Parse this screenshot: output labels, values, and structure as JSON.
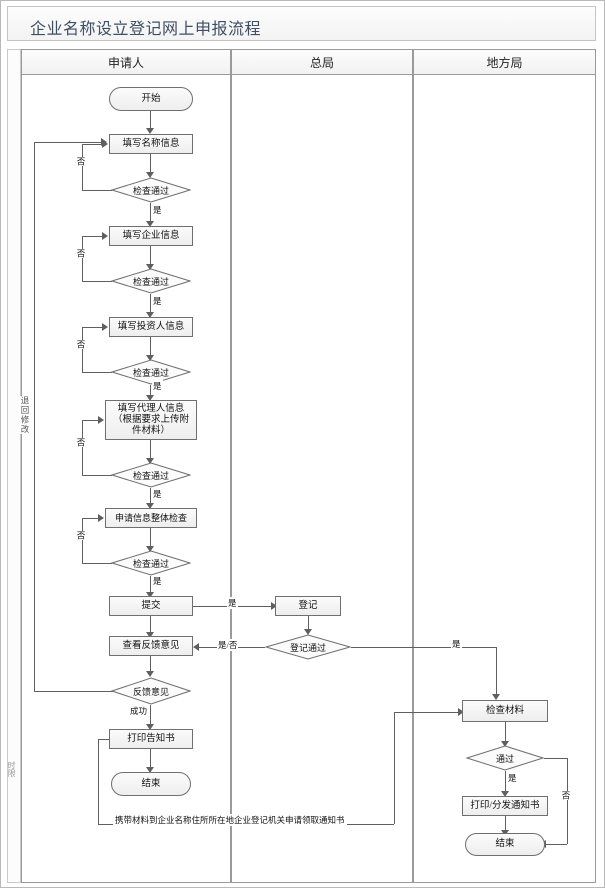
{
  "title": "企业名称设立登记网上申报流程",
  "lanes": [
    {
      "name": "applicant",
      "label": "申请人"
    },
    {
      "name": "head-office",
      "label": "总局"
    },
    {
      "name": "local-bureau",
      "label": "地方局"
    }
  ],
  "margin_label": "时限",
  "return_label": "退回修改",
  "bottom_note": "携带材料到企业名称住所所在地企业登记机关申请领取通知书",
  "nodes": {
    "start": "开始",
    "fill_name": "填写名称信息",
    "check1": "检查通过",
    "fill_company": "填写企业信息",
    "check2": "检查通过",
    "fill_investor": "填写投资人信息",
    "check3": "检查通过",
    "fill_agent_l1": "填写代理人信息",
    "fill_agent_l2": "（根据要求上传附",
    "fill_agent_l3": "件材料）",
    "check4": "检查通过",
    "overall_check": "申请信息整体检查",
    "check5": "检查通过",
    "submit": "提交",
    "view_feedback": "查看反馈意见",
    "feedback": "反馈意见",
    "print_notice": "打印告知书",
    "end_applicant": "结束",
    "register": "登记",
    "register_pass": "登记通过",
    "check_material": "检查材料",
    "pass": "通过",
    "print_distribute": "打印/分发通知书",
    "end_local": "结束"
  },
  "edge_labels": {
    "no1": "否",
    "no2": "否",
    "no3": "否",
    "no4": "否",
    "no5": "否",
    "yes1": "是",
    "yes2": "是",
    "yes3": "是",
    "yes4": "是",
    "yes5": "是",
    "submit_yes": "是",
    "register_yesno": "是/否",
    "register_pass_yes": "是",
    "feedback_success": "成功",
    "pass_yes": "是",
    "pass_no": "否"
  },
  "colors": {
    "title_text": "#3f4f63",
    "line": "#5f5f5f",
    "node_border": "#6f6f6f",
    "lane_border": "#9a9a9a"
  }
}
